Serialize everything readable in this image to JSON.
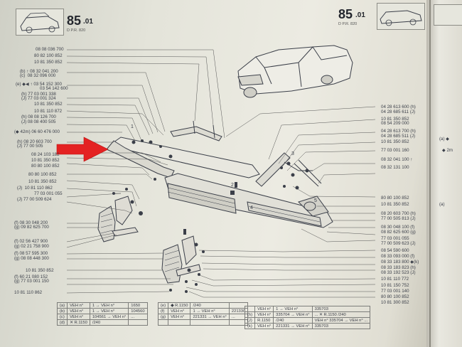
{
  "header": {
    "left_number": "85",
    "left_suffix": ".01",
    "left_sub": "D   P.R. 820",
    "right_number": "85",
    "right_suffix": ".01",
    "right_sub": "D   P.R. 820"
  },
  "left_labels": [
    "08 08 036 700",
    "80 82 100 852",
    "10 81 350 852",
    "(b) ↑ 08 32 041 200",
    "(c)  08 32 096 000",
    "(e) ◆◀ ↑ 03 54 152 300",
    "03 54 142 600",
    "(h) 77 03 001 338",
    "(J) 77 03 001 324",
    "10 81 350 852",
    "10 81 110 872",
    "(h) 08 08 126 700",
    "(J) 08 08 400 505",
    "(◆ 42m) 06 60 476 000",
    "(h) 08 20 603 700",
    "(J) 77 00 505",
    "08 24 103 182",
    "10 81 350 852",
    "80 80 100 852",
    "80 80 100 852",
    "10 81 350 852",
    "(J)  10 81 110 862",
    "77 03 001 055",
    "(J) 77 00 509 624",
    "(f) 08 30 048 200",
    "(g) 09 82 625 700",
    "(f) 02 56 427 900",
    "(g) 02 21 758 900",
    "(f) 08 57 595 300",
    "(g) 08 08 448 300",
    "10 81 350 852",
    "(f) 60 21 080 152",
    "(g) 77 03 001 150",
    "10 81 110 862"
  ],
  "right_labels": [
    "04 28 613 600 (h)",
    "04 28 685 611 (J)",
    "10 81 350 852",
    "08 54 209 000",
    "04 28 613 700 (h)",
    "04 28 685 511 (J)",
    "10 81 350 852",
    "77 03 001 160",
    "08 32 041 100 ↑",
    "08 32 131 100",
    "80 80 100 852",
    "10 81 350 852",
    "08 20 603 700 (h)",
    "77 00 505 813 (J)",
    "08 30 048 100 (f)",
    "08 82 625 600 (g)",
    "77 03 001 055",
    "77 00 509 623 (J)",
    "08 54 590 600",
    "08 33 093 000 (f)",
    "08 33 183 800 ◆(k)",
    "08 33 183 823 (h)",
    "08 33 192 523 (J)",
    "10 81 110 772",
    "10 81 150 752",
    "77 03 001 140",
    "80 80 100 852",
    "10 81 300 852"
  ],
  "item_markers": [
    "1",
    "2",
    "3",
    "4",
    "5"
  ],
  "far_right_labels": [
    "(a) ◆",
    "◆ 2m",
    "(a)"
  ],
  "bottom_table_left": [
    [
      "(a)",
      "VEH n°",
      "1 → VEH n°",
      "1650"
    ],
    [
      "(b)",
      "VEH n°",
      "1 → VEH n°",
      "104560"
    ],
    [
      "(c)",
      "VEH n°",
      "104561 → VEH n°",
      "..."
    ],
    [
      "(d)",
      "✕ R.1150",
      "/240",
      ""
    ]
  ],
  "bottom_table_mid": [
    [
      "(e)",
      "◆ R.1150",
      "/240",
      ""
    ],
    [
      "(f)",
      "VEH n°",
      "1 → VEH n°",
      "221330"
    ],
    [
      "(g)",
      "VEH n°",
      "221331 → VEH n°",
      "..."
    ],
    [
      "",
      "",
      "",
      ""
    ]
  ],
  "bottom_table_right": [
    [
      "",
      "VEH n°",
      "1 → VEH n°",
      "335703"
    ],
    [
      "(h)",
      "VEH n°",
      "335704 → VEH n°",
      "... ✕ R.1150 /240"
    ],
    [
      "(J)",
      "R.1150",
      "/240",
      "VEH n° 335704 → VEH n° ..."
    ],
    [
      "(k)",
      "VEH n°",
      "221331 → VEH n°",
      "335703"
    ]
  ],
  "colors": {
    "arrow": "#e42222",
    "ink": "#3b3f49",
    "paper": "#e6e5dc"
  }
}
